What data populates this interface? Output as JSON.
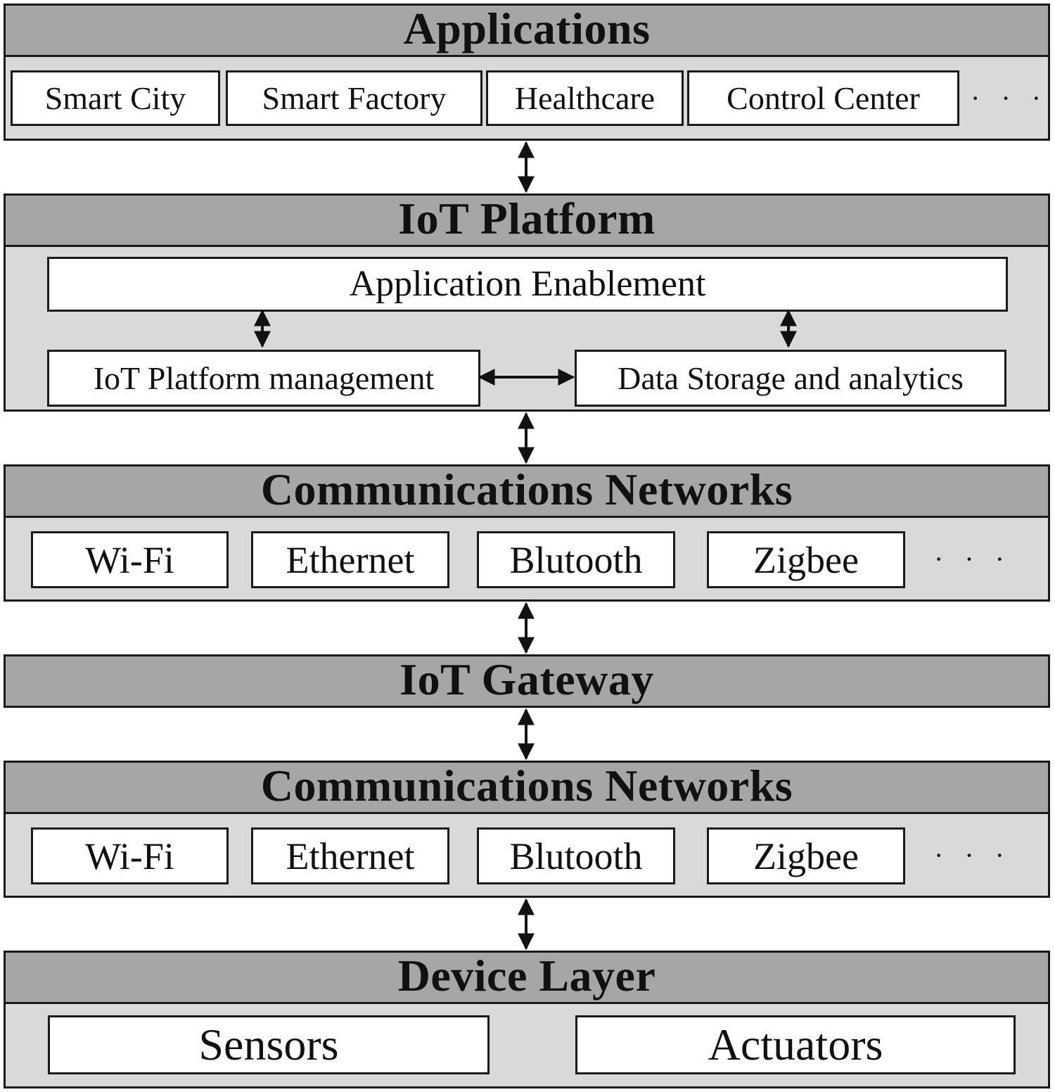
{
  "layers": {
    "applications": {
      "title": "Applications",
      "items": [
        "Smart City",
        "Smart Factory",
        "Healthcare",
        "Control Center"
      ],
      "more": "· · ·"
    },
    "platform": {
      "title": "IoT Platform",
      "enablement": "Application Enablement",
      "management": "IoT Platform  management",
      "storage": "Data Storage  and analytics"
    },
    "comm_upper": {
      "title": "Communications Networks",
      "items": [
        "Wi-Fi",
        "Ethernet",
        "Blutooth",
        "Zigbee"
      ],
      "more": "· · ·"
    },
    "gateway": {
      "title": "IoT Gateway"
    },
    "comm_lower": {
      "title": "Communications Networks",
      "items": [
        "Wi-Fi",
        "Ethernet",
        "Blutooth",
        "Zigbee"
      ],
      "more": "· · ·"
    },
    "device": {
      "title": "Device Layer",
      "items": [
        "Sensors",
        "Actuators"
      ]
    }
  }
}
